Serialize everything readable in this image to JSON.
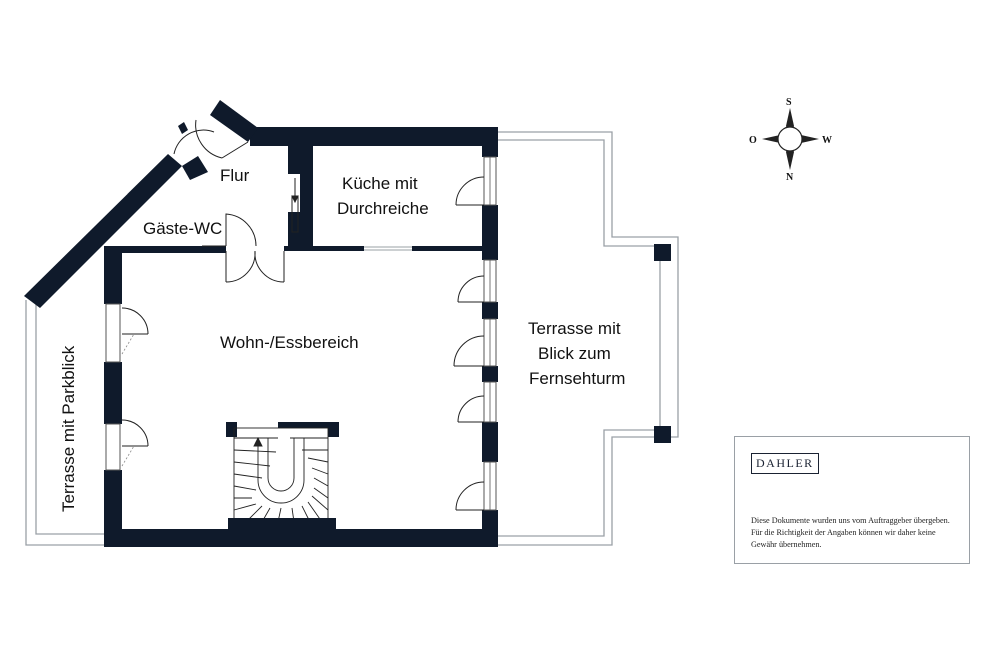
{
  "rooms": {
    "flur": "Flur",
    "kueche_line1": "Küche mit",
    "kueche_line2": "Durchreiche",
    "gaeste_wc": "Gäste-WC",
    "wohn": "Wohn-/Essbereich",
    "terrasse_west_line1": "Terrasse mit",
    "terrasse_west_line2": "Blick zum",
    "terrasse_west_line3": "Fernsehturm",
    "terrasse_park": "Terrasse mit Parkblick"
  },
  "compass": {
    "north": "N",
    "south": "S",
    "east": "O",
    "west": "W"
  },
  "brand": {
    "logo": "DAHLER"
  },
  "disclaimer": "Diese Dokumente wurden uns vom Auftraggeber übergeben. Für die Richtigkeit der Angaben können wir daher keine Gewähr übernehmen.",
  "colors": {
    "wall": "#0f1a2b",
    "outline": "#9aa0a6"
  }
}
